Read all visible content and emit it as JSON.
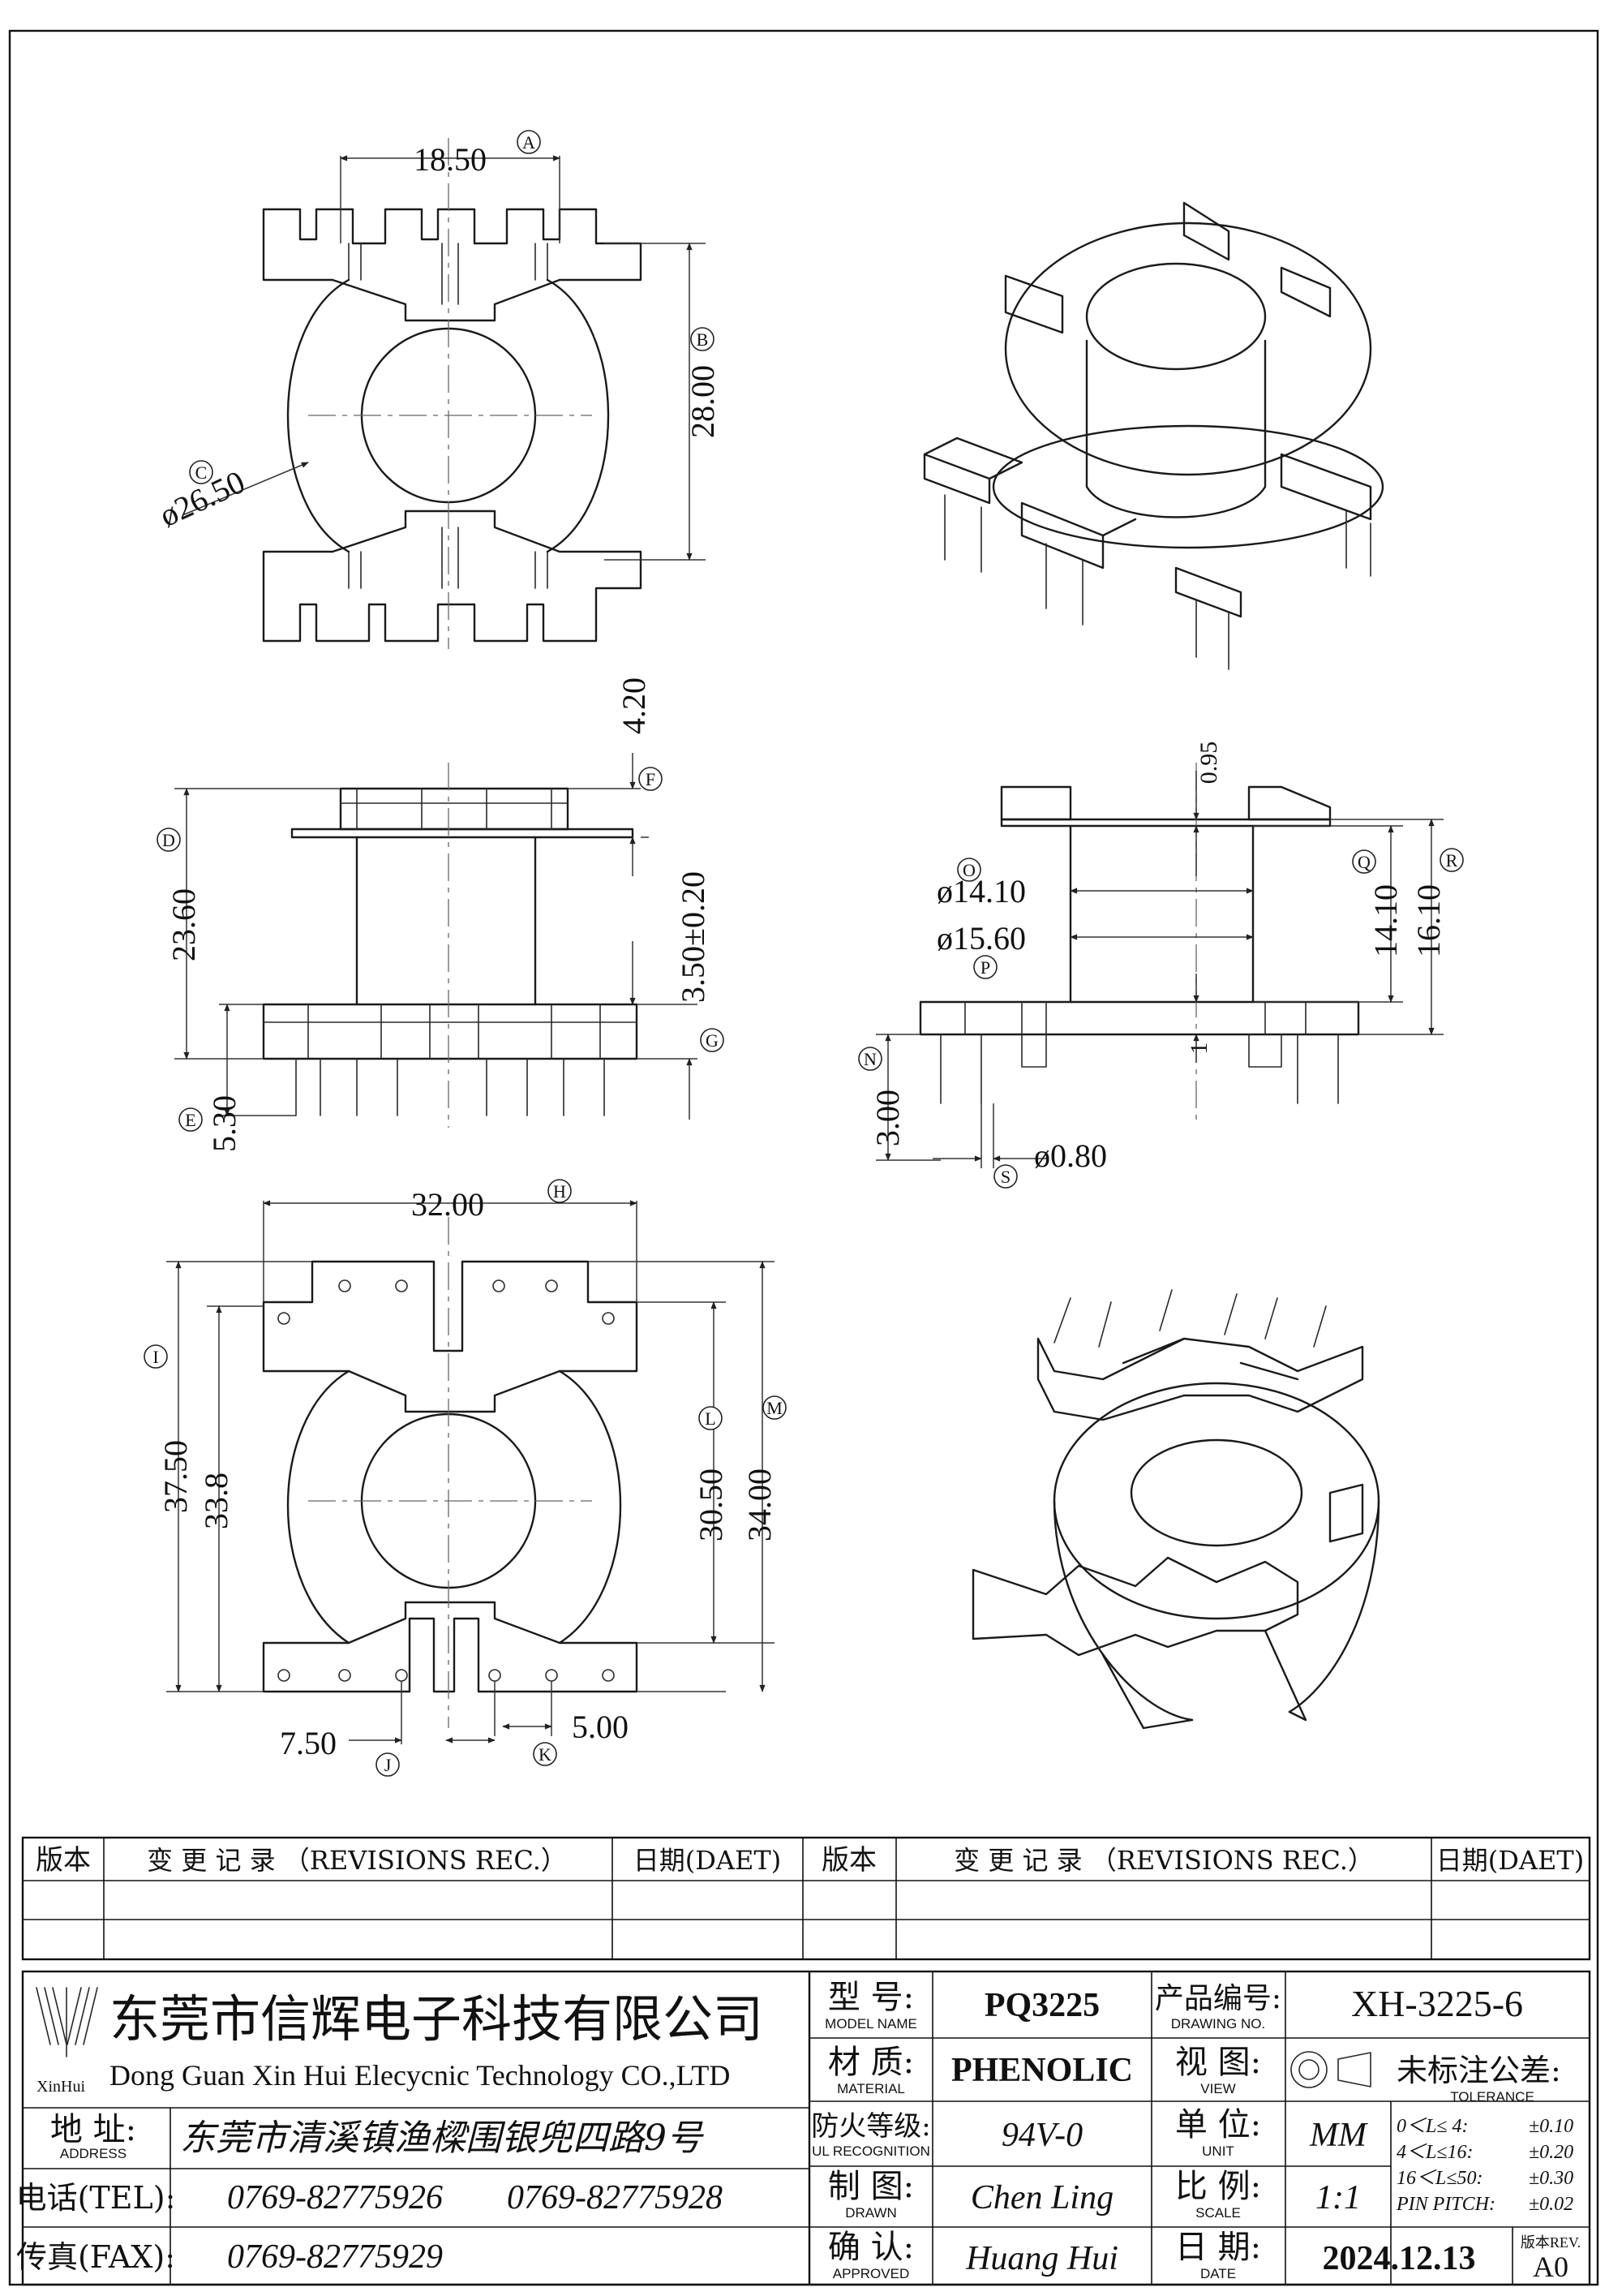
{
  "dimensions": {
    "A": {
      "label": "A",
      "value": "18.50"
    },
    "B": {
      "label": "B",
      "value": "28.00"
    },
    "C": {
      "label": "C",
      "value": "ø26.50"
    },
    "D": {
      "label": "D",
      "value": "23.60"
    },
    "E": {
      "label": "E",
      "value": "5.30"
    },
    "F": {
      "label": "F",
      "value": "4.20"
    },
    "G": {
      "label": "G",
      "value": "3.50±0.20"
    },
    "H": {
      "label": "H",
      "value": "32.00"
    },
    "I": {
      "label": "I",
      "value": "37.50"
    },
    "I2": {
      "value": "33.8"
    },
    "J": {
      "label": "J",
      "value": "7.50"
    },
    "K": {
      "label": "K",
      "value": "5.00"
    },
    "L": {
      "label": "L",
      "value": "30.50"
    },
    "M": {
      "label": "M",
      "value": "34.00"
    },
    "N": {
      "label": "N",
      "value": "3.00"
    },
    "O": {
      "label": "O",
      "value": "ø14.10"
    },
    "P": {
      "label": "P",
      "value": "ø15.60"
    },
    "Q": {
      "label": "Q",
      "value": "14.10"
    },
    "R": {
      "label": "R",
      "value": "16.10"
    },
    "S": {
      "label": "S",
      "value": "ø0.80"
    },
    "pin_top": {
      "value": "0.95"
    },
    "pin_base": {
      "value": "1"
    }
  },
  "revisions": {
    "left": {
      "ver": "版本",
      "rec": "变 更 记 录 （REVISIONS REC.）",
      "date": "日期(DAET)"
    },
    "right": {
      "ver": "版本",
      "rec": "变 更 记 录 （REVISIONS REC.）",
      "date": "日期(DAET)"
    }
  },
  "company": {
    "name_cn": "东莞市信辉电子科技有限公司",
    "name_en": "Dong Guan Xin Hui Elecycnic Technology CO.,LTD",
    "logo_text": "XinHui"
  },
  "address": {
    "label": "地  址:",
    "label_en": "ADDRESS",
    "value": "东莞市清溪镇渔樑围银兜四路9号"
  },
  "tel": {
    "label": "电话(TEL):",
    "value1": "0769-82775926",
    "value2": "0769-82775928"
  },
  "fax": {
    "label": "传真(FAX):",
    "value": "0769-82775929"
  },
  "fields": {
    "model": {
      "label": "型  号:",
      "label_en": "MODEL NAME",
      "value": "PQ3225"
    },
    "material": {
      "label": "材  质:",
      "label_en": "MATERIAL",
      "value": "PHENOLIC"
    },
    "ul": {
      "label": "防火等级:",
      "label_en": "UL RECOGNITION",
      "value": "94V-0"
    },
    "drawn": {
      "label": "制  图:",
      "label_en": "DRAWN",
      "value": "Chen Ling"
    },
    "approved": {
      "label": "确  认:",
      "label_en": "APPROVED",
      "value": "Huang Hui"
    },
    "drawing_no": {
      "label": "产品编号:",
      "label_en": "DRAWING NO.",
      "value": "XH-3225-6"
    },
    "view": {
      "label": "视  图:",
      "label_en": "VIEW"
    },
    "unit": {
      "label": "单  位:",
      "label_en": "UNIT",
      "value": "MM"
    },
    "scale": {
      "label": "比  例:",
      "label_en": "SCALE",
      "value": "1:1"
    },
    "date": {
      "label": "日  期:",
      "label_en": "DATE",
      "value": "2024.12.13"
    },
    "rev": {
      "label": "版本REV.",
      "value": "A0"
    }
  },
  "tolerance": {
    "title": "未标注公差:",
    "title_en": "TOLERANCE",
    "rows": [
      {
        "range": "0＜L≤ 4:",
        "tol": "±0.10"
      },
      {
        "range": "4＜L≤16:",
        "tol": "±0.20"
      },
      {
        "range": "16＜L≤50:",
        "tol": "±0.30"
      },
      {
        "range": "PIN PITCH:",
        "tol": "±0.02"
      }
    ]
  }
}
